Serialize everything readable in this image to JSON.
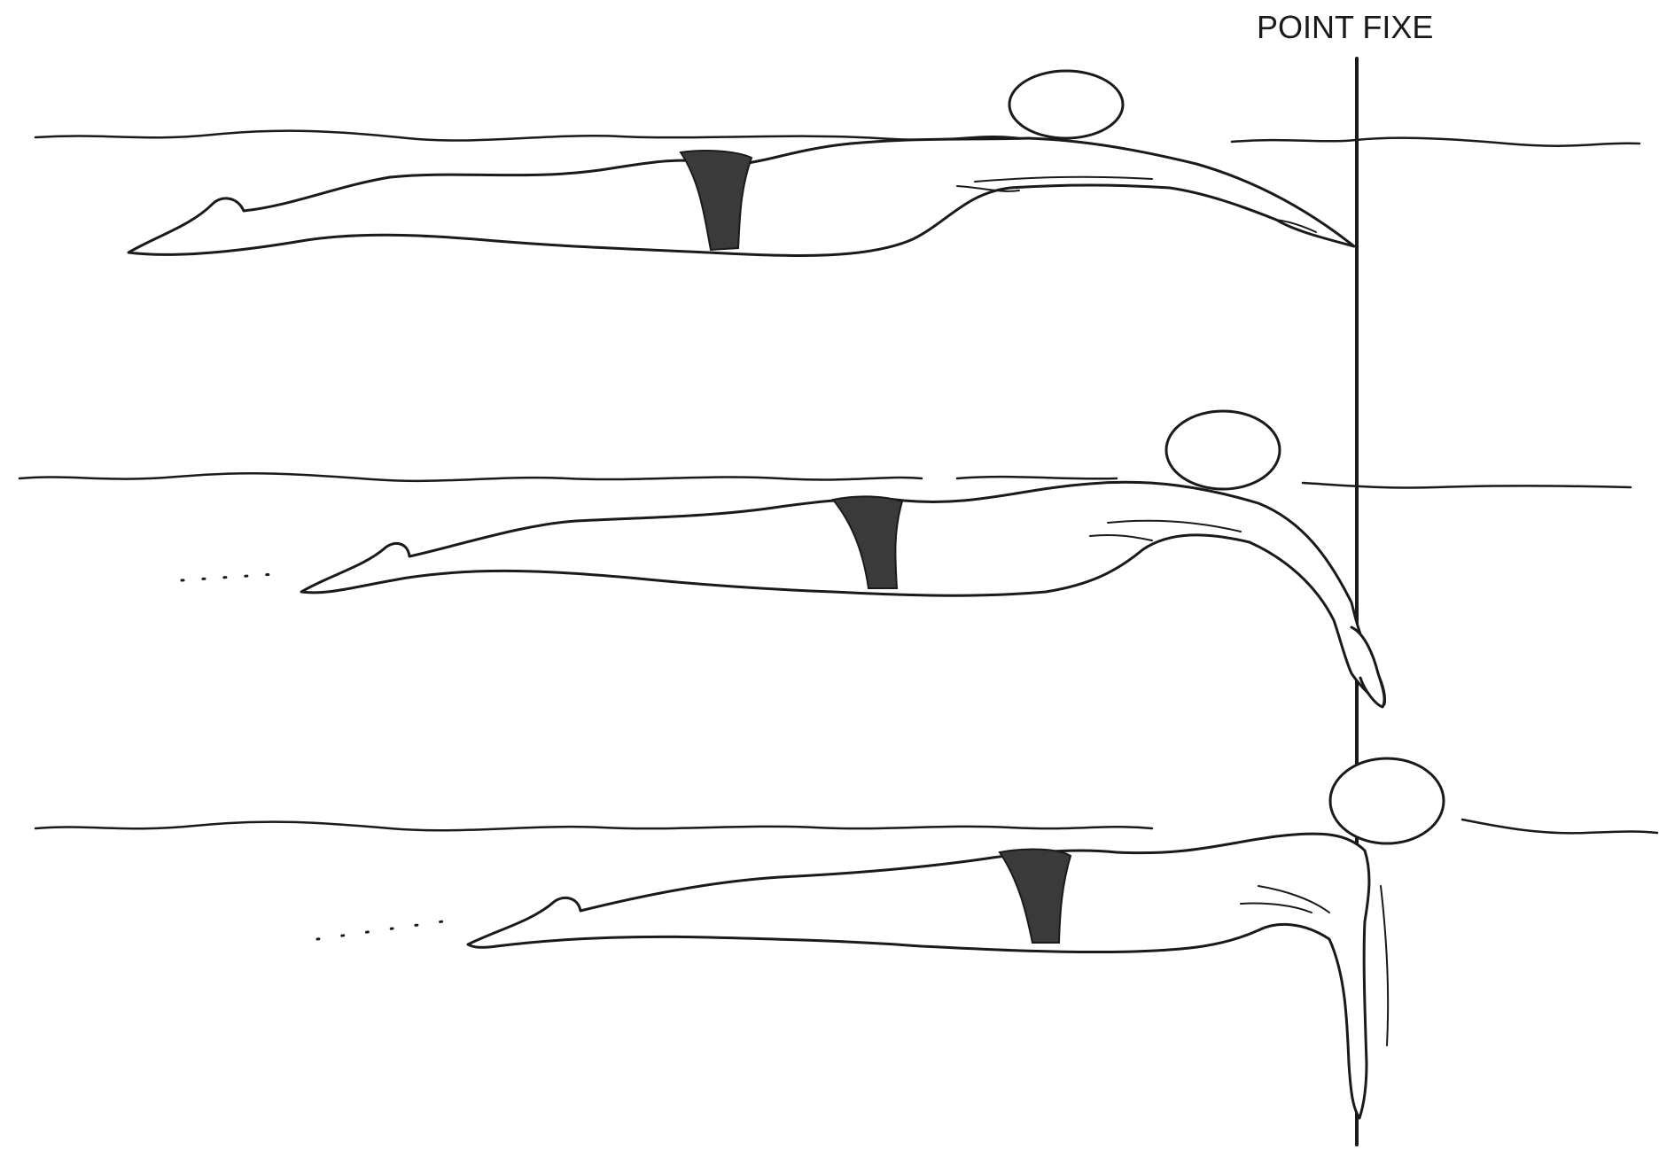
{
  "diagram": {
    "reference_label": "POINT FIXE",
    "frames": [
      {
        "id": "swimmer-1"
      },
      {
        "id": "swimmer-2"
      },
      {
        "id": "swimmer-3"
      }
    ]
  },
  "colors": {
    "ink": "#1a1a1a",
    "trunks": "#3a3a3a",
    "background": "#ffffff"
  }
}
